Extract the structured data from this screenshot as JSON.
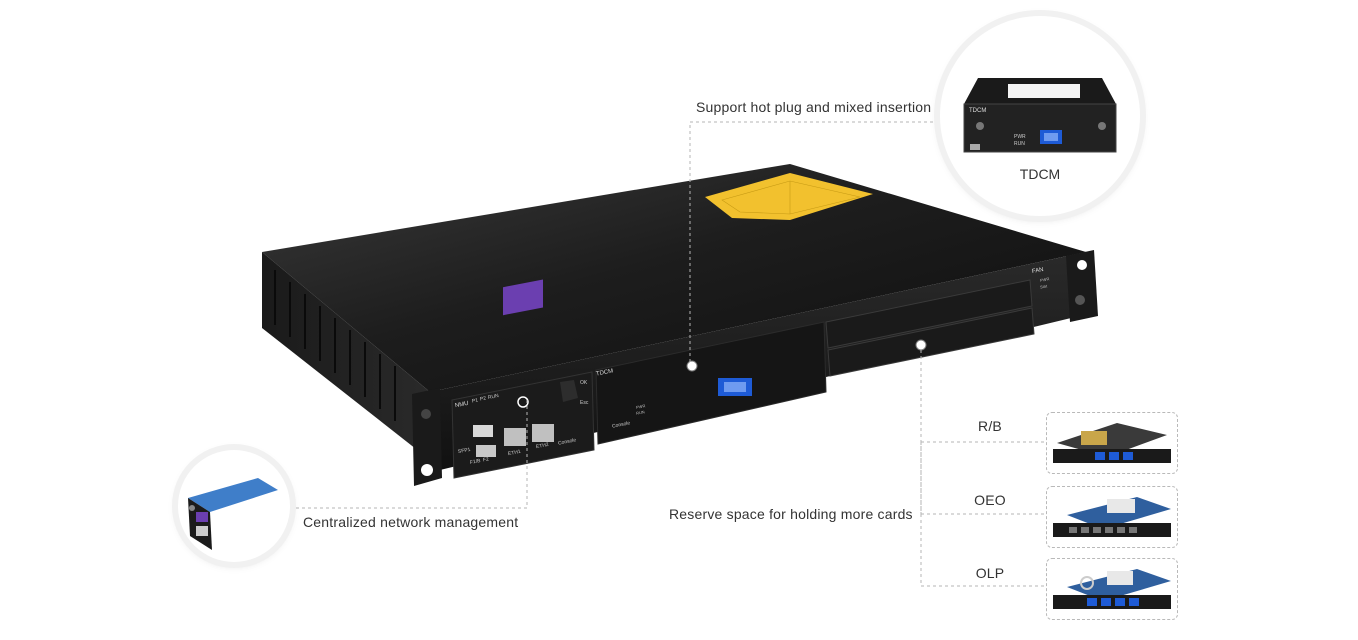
{
  "callouts": {
    "hot_plug": "Support hot plug and mixed insertion",
    "centralized": "Centralized network management",
    "reserve": "Reserve space for holding more cards"
  },
  "tdcm_circle": {
    "caption": "TDCM",
    "panel_label": "TDCM",
    "indicator_labels": [
      "PWR",
      "RUN"
    ]
  },
  "cards": [
    {
      "label": "R/B"
    },
    {
      "label": "OEO"
    },
    {
      "label": "OLP"
    }
  ],
  "chassis": {
    "nmu_label": "NMU",
    "nmu_leds": [
      "P1",
      "P2",
      "RUN"
    ],
    "ports": [
      "SFP1",
      "F1/B",
      "F2",
      "ETH1",
      "ETH2",
      "Console"
    ],
    "keys": [
      "OK",
      "Esc"
    ],
    "tdcm_label": "TDCM",
    "tdcm_console": "Console",
    "tdcm_leds": [
      "PWR",
      "RUN"
    ],
    "fan_label": "FAN",
    "fan_leds": [
      "PWR",
      "Stat"
    ]
  }
}
